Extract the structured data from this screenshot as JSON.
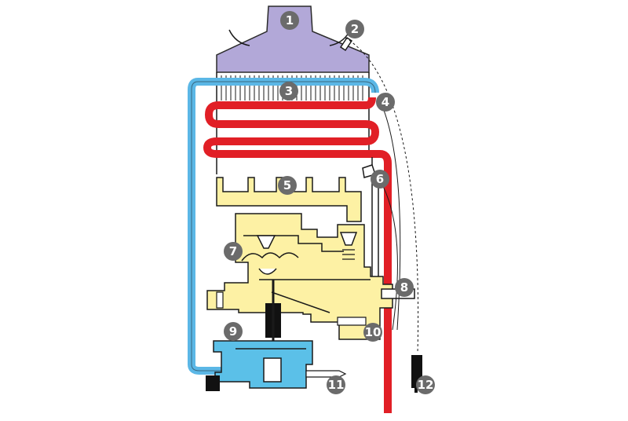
{
  "colors": {
    "hood": "#b2a8d8",
    "hood_stroke": "#2b2b2b",
    "cold_pipe": "#5bb7e6",
    "hot_pipe": "#e11f26",
    "gas_valve": "#fdf1a4",
    "water_valve": "#5bc0e8",
    "outline": "#1a1a1a",
    "callout_fill": "#6b6b6b",
    "callout_text": "#ffffff",
    "black_part": "#111111"
  },
  "callouts": [
    {
      "id": "1",
      "label": "1",
      "icon": "number-badge"
    },
    {
      "id": "2",
      "label": "2",
      "icon": "number-badge"
    },
    {
      "id": "3",
      "label": "3",
      "icon": "number-badge"
    },
    {
      "id": "4",
      "label": "4",
      "icon": "number-badge"
    },
    {
      "id": "5",
      "label": "5",
      "icon": "number-badge"
    },
    {
      "id": "6",
      "label": "6",
      "icon": "number-badge"
    },
    {
      "id": "7",
      "label": "7",
      "icon": "number-badge"
    },
    {
      "id": "8",
      "label": "8",
      "icon": "number-badge"
    },
    {
      "id": "9",
      "label": "9",
      "icon": "number-badge"
    },
    {
      "id": "10",
      "label": "10",
      "icon": "number-badge"
    },
    {
      "id": "11",
      "label": "11",
      "icon": "number-badge"
    },
    {
      "id": "12",
      "label": "12",
      "icon": "number-badge"
    }
  ]
}
